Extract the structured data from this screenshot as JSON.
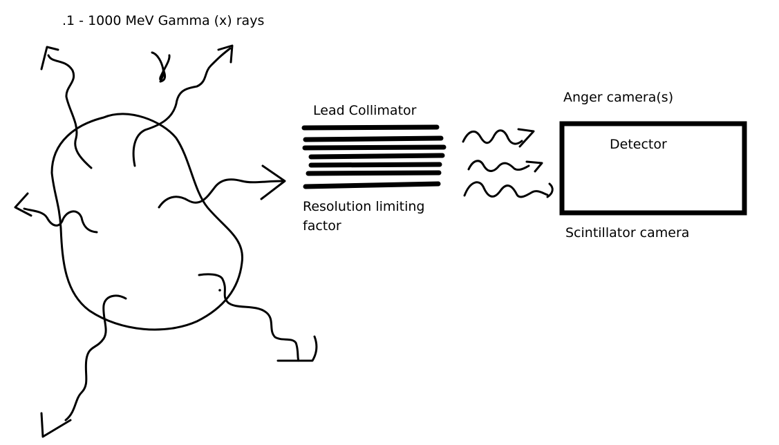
{
  "labels": {
    "title": ".1 - 1000 MeV Gamma (x) rays",
    "collimator": "Lead Collimator",
    "resolution": "Resolution limiting\nfactor",
    "anger_camera": "Anger camera(s)",
    "detector": "Detector",
    "scintillator": "Scintillator camera"
  },
  "colors": {
    "ink": "#000000",
    "background": "#ffffff"
  },
  "icons": {
    "body": "organ-blob-shape",
    "rays": "wavy-arrow-icon",
    "collimator": "stacked-bars-shape",
    "detector": "rectangle-frame-shape"
  }
}
